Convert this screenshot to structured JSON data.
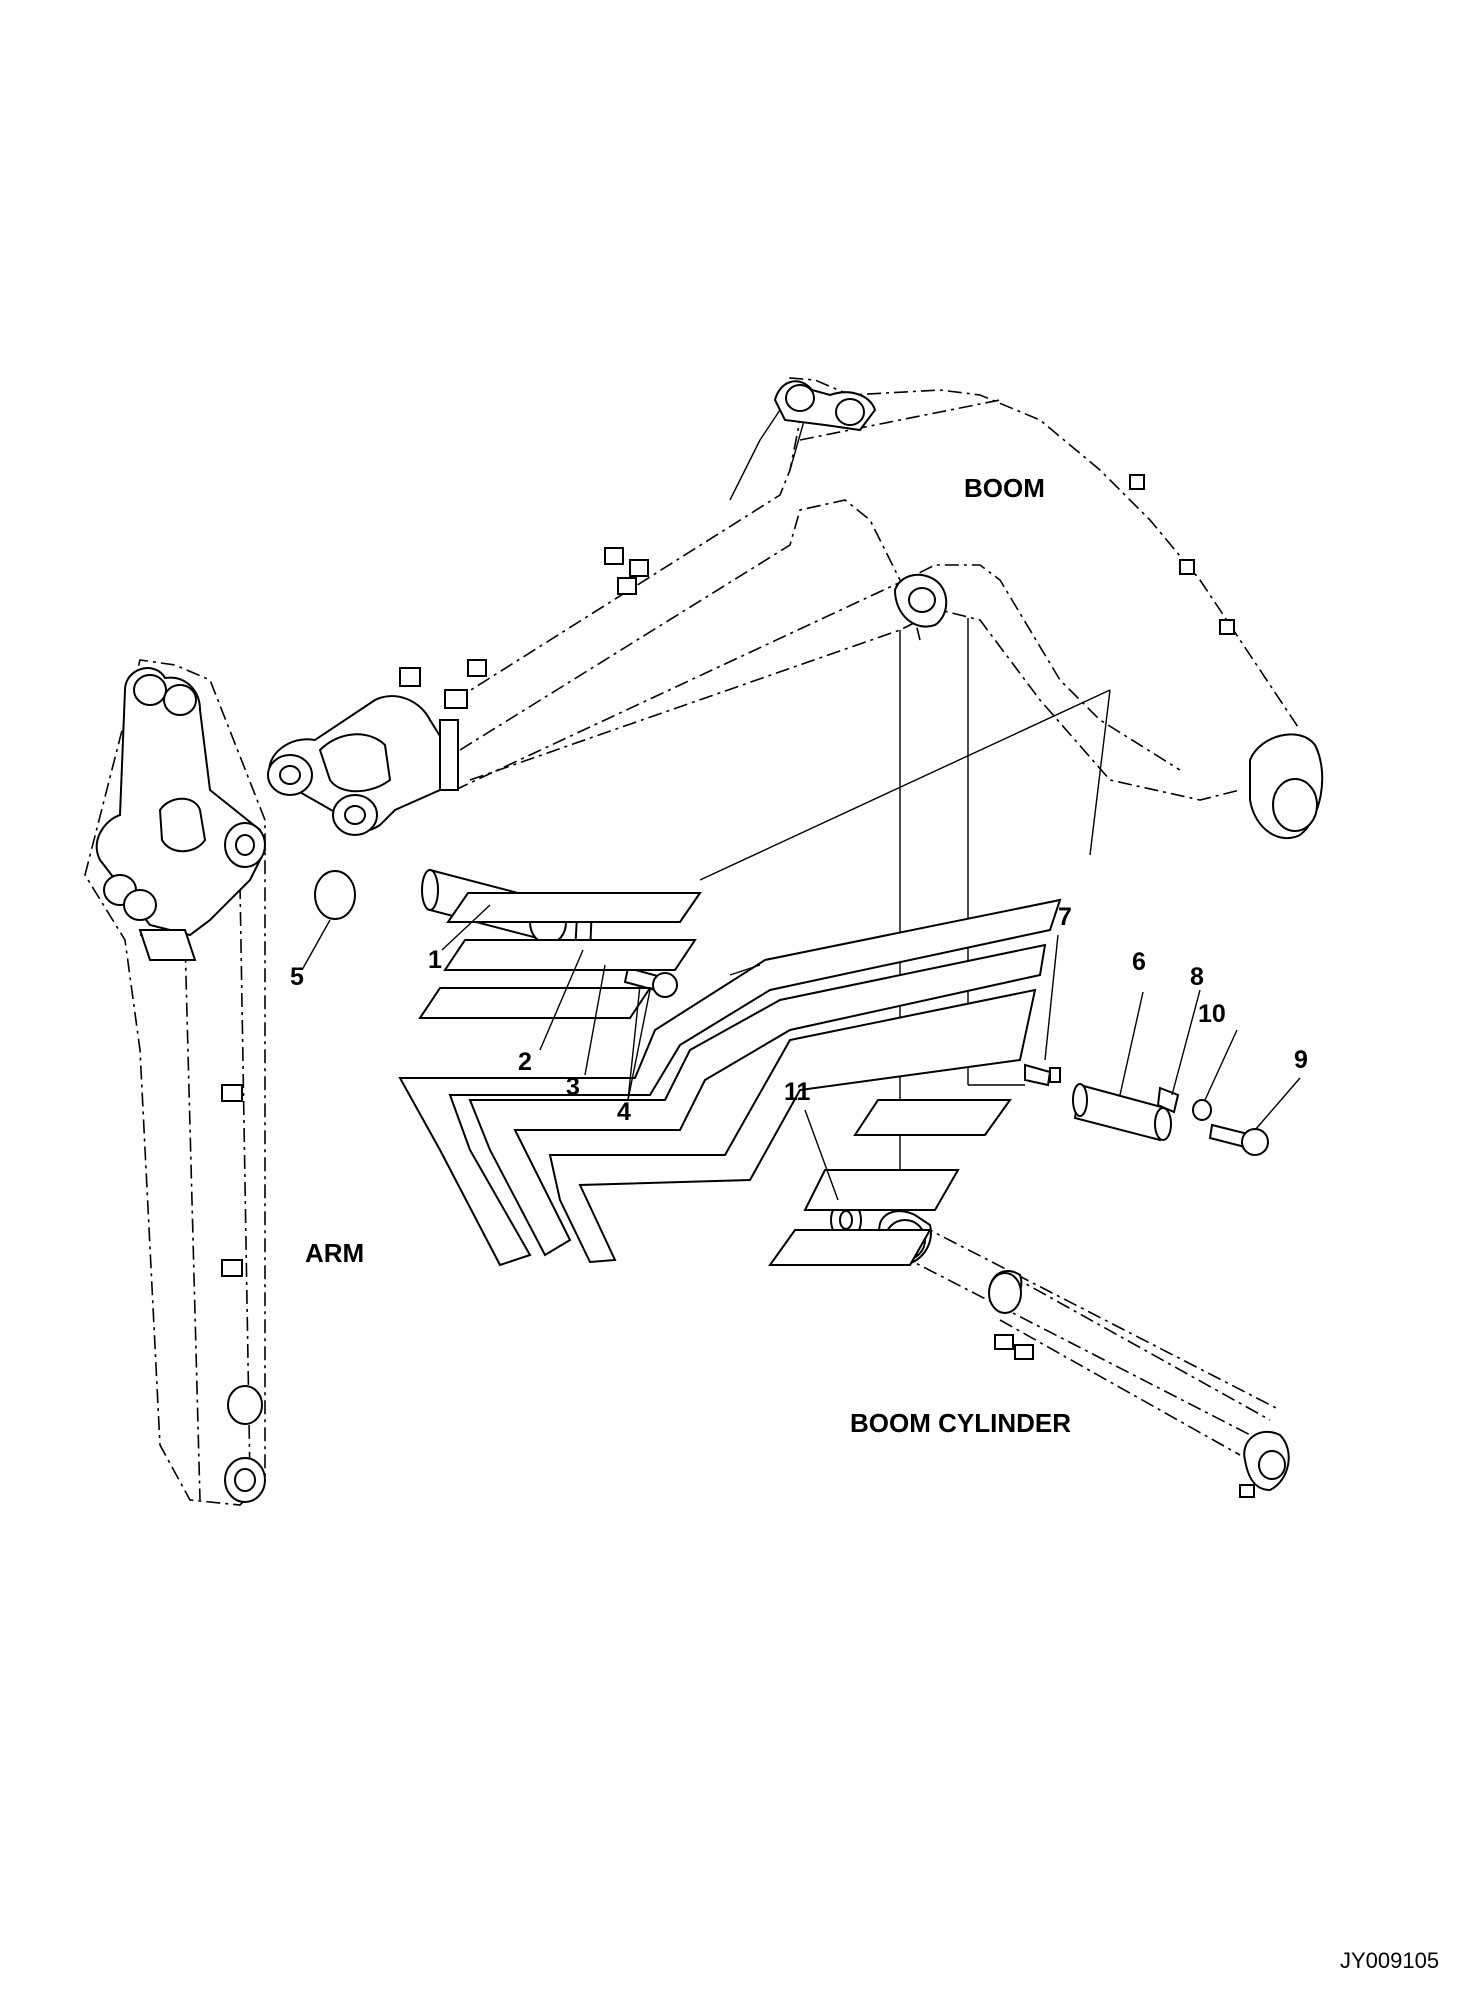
{
  "assemblies": {
    "boom": "BOOM",
    "arm": "ARM",
    "boom_cylinder": "BOOM CYLINDER"
  },
  "callouts": [
    "1",
    "2",
    "3",
    "4",
    "5",
    "6",
    "7",
    "8",
    "9",
    "10",
    "11"
  ],
  "drawing_code": "JY009105"
}
